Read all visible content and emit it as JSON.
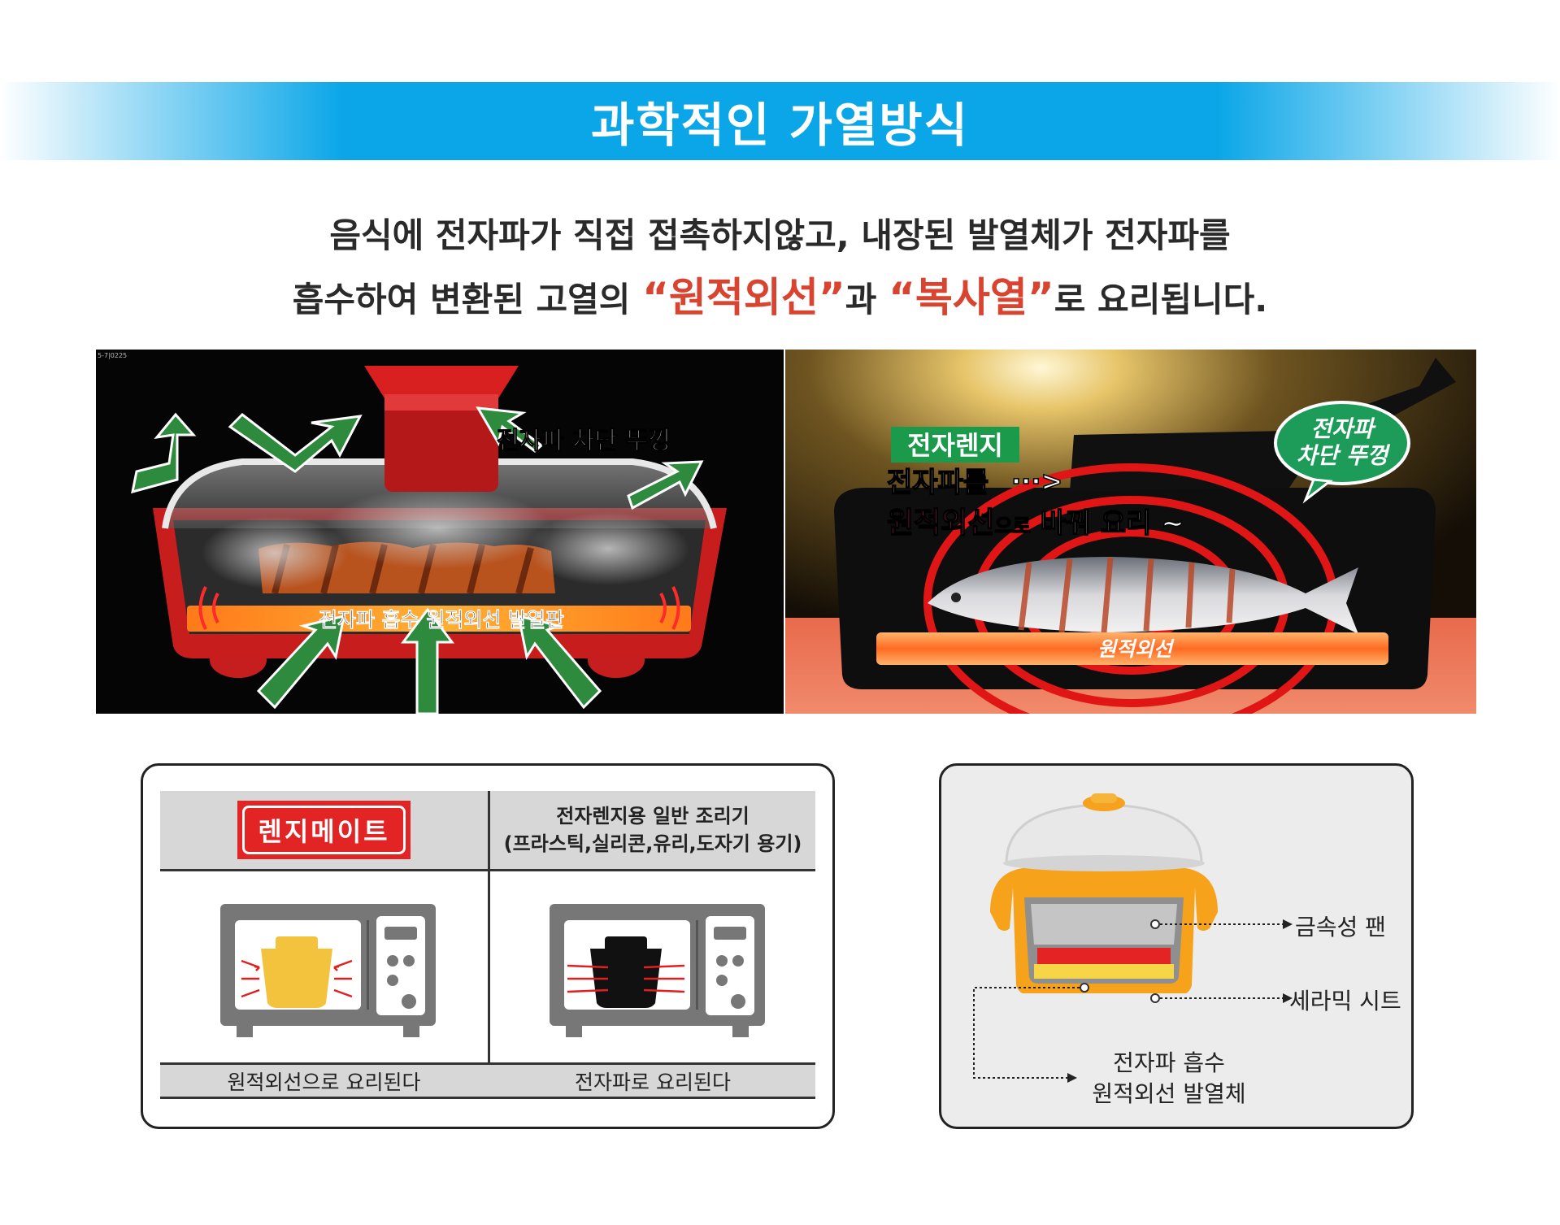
{
  "banner": {
    "title": "과학적인 가열방식"
  },
  "intro": {
    "line1": "음식에 전자파가 직접 접촉하지않고, 내장된 발열체가 전자파를",
    "line2_pre": "흡수하여 변환된 고열의 ",
    "hl1": "“원적외선”",
    "line2_mid": "과 ",
    "hl2": "“복사열”",
    "line2_post": "로 요리됩니다."
  },
  "left_photo": {
    "lid_label": "전자파 차단 뚜껑",
    "plate_label": "전자파 흡수 원적외선 발열판",
    "corner_code": "5-7|0225"
  },
  "right_photo": {
    "tag": "전자렌지",
    "line1": "전자파를",
    "arrow": "···>",
    "line2_hl": "원적외선",
    "line2_small": "으로",
    "line2_rest": " 바꿔 요리 ~",
    "bubble_line1": "전자파",
    "bubble_line2": "차단 뚜껑",
    "bar_label": "원적외선"
  },
  "comparison": {
    "brand": "렌지메이트",
    "other_line1": "전자렌지용 일반 조리기",
    "other_line2": "(프라스틱,실리콘,유리,도자기 용기)",
    "foot_left": "원적외선으로 요리된다",
    "foot_right": "전자파로 요리된다"
  },
  "structure": {
    "metal_pan": "금속성 팬",
    "ceramic_sheet": "세라믹 시트",
    "heater_line1": "전자파 흡수",
    "heater_line2": "원적외선 발열체"
  }
}
